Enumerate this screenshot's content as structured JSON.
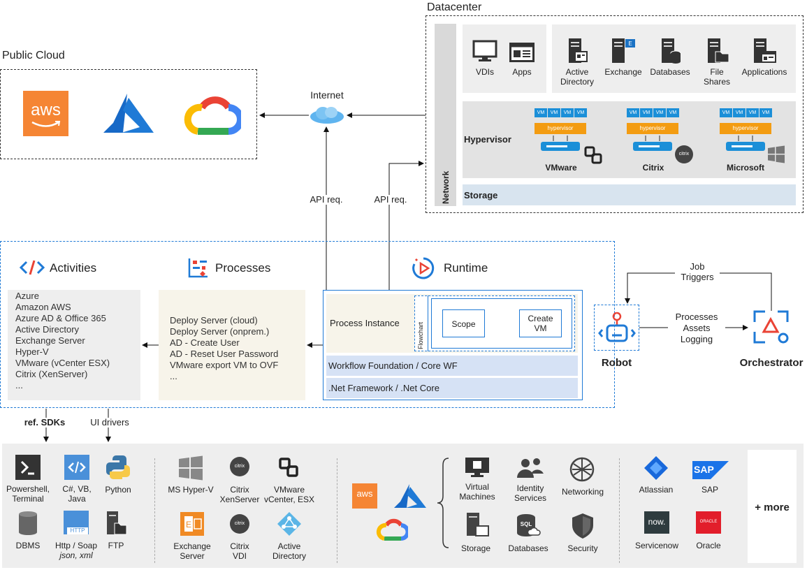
{
  "datacenter": {
    "title": "Datacenter",
    "network_label": "Network",
    "apps": {
      "vdis": "VDIs",
      "apps": "Apps"
    },
    "services": {
      "active_directory": "Active\nDirectory",
      "exchange": "Exchange",
      "databases": "Databases",
      "file_shares": "File\nShares",
      "applications": "Applications"
    },
    "hypervisor_label": "Hypervisor",
    "hypervisor_chip": "hypervisor",
    "vm_chip": "VM",
    "vendors": {
      "vmware": "VMware",
      "citrix": "Citrix",
      "microsoft": "Microsoft"
    },
    "citrix_badge": "citrix",
    "storage_label": "Storage"
  },
  "public_cloud": {
    "title": "Public Cloud",
    "aws_text": "aws"
  },
  "internet": {
    "label": "Internet"
  },
  "connectors": {
    "api_req_1": "API req.",
    "api_req_2": "API req."
  },
  "activities": {
    "title": "Activities",
    "items": [
      "Azure",
      "Amazon AWS",
      "Azure AD & Office 365",
      "Active Directory",
      "Exchange Server",
      "Hyper-V",
      "VMware (vCenter ESX)",
      "Citrix (XenServer)",
      "..."
    ]
  },
  "processes": {
    "title": "Processes",
    "items": [
      "Deploy Server (cloud)",
      "Deploy Server (onprem.)",
      "AD - Create User",
      "AD - Reset User Password",
      "VMware export VM to OVF",
      "..."
    ]
  },
  "runtime": {
    "title": "Runtime",
    "process_instance": "Process Instance",
    "flowchart": "Flowchart",
    "scope": "Scope",
    "create_vm": "Create\nVM",
    "workflow_foundation": "Workflow Foundation / Core WF",
    "net_framework": ".Net Framework / .Net Core"
  },
  "robot": {
    "label": "Robot"
  },
  "orchestrator": {
    "label": "Orchestrator",
    "job_triggers": "Job\nTriggers",
    "processes_assets_logging": "Processes\nAssets\nLogging"
  },
  "bottom": {
    "ref_sdks": "ref. SDKs",
    "ui_drivers": "UI drivers",
    "tech": {
      "powershell": "Powershell,\nTerminal",
      "csharp": "C#, VB,\nJava",
      "python": "Python",
      "dbms": "DBMS",
      "http": "Http / Soap",
      "http_sub": "json, xml",
      "ftp": "FTP",
      "http_badge": "HTTP",
      "ms_hyperv": "MS Hyper-V",
      "citrix_xen": "Citrix\nXenServer",
      "vmware_vc": "VMware\nvCenter, ESX",
      "exchange_server": "Exchange\nServer",
      "citrix_vdi": "Citrix\nVDI",
      "active_directory": "Active\nDirectory",
      "virtual_machines": "Virtual\nMachines",
      "identity_services": "Identity\nServices",
      "networking": "Networking",
      "storage": "Storage",
      "databases": "Databases",
      "security": "Security",
      "atlassian": "Atlassian",
      "sap": "SAP",
      "servicenow": "Servicenow",
      "oracle": "Oracle",
      "more": "+ more",
      "sap_badge": "SAP",
      "now_badge": "now.",
      "oracle_badge": "ORACLE",
      "sql_badge": "SQL",
      "citrix_badge": "citrix"
    }
  },
  "colors": {
    "accent_blue": "#1f7ad6",
    "hypervisor_orange": "#f39c12",
    "vm_blue": "#1b8fd8",
    "panel_grey": "#eeeeee",
    "process_beige": "#f7f4ea",
    "runtime_band": "#d6e2f5",
    "storage_band": "#d8e4ef"
  }
}
